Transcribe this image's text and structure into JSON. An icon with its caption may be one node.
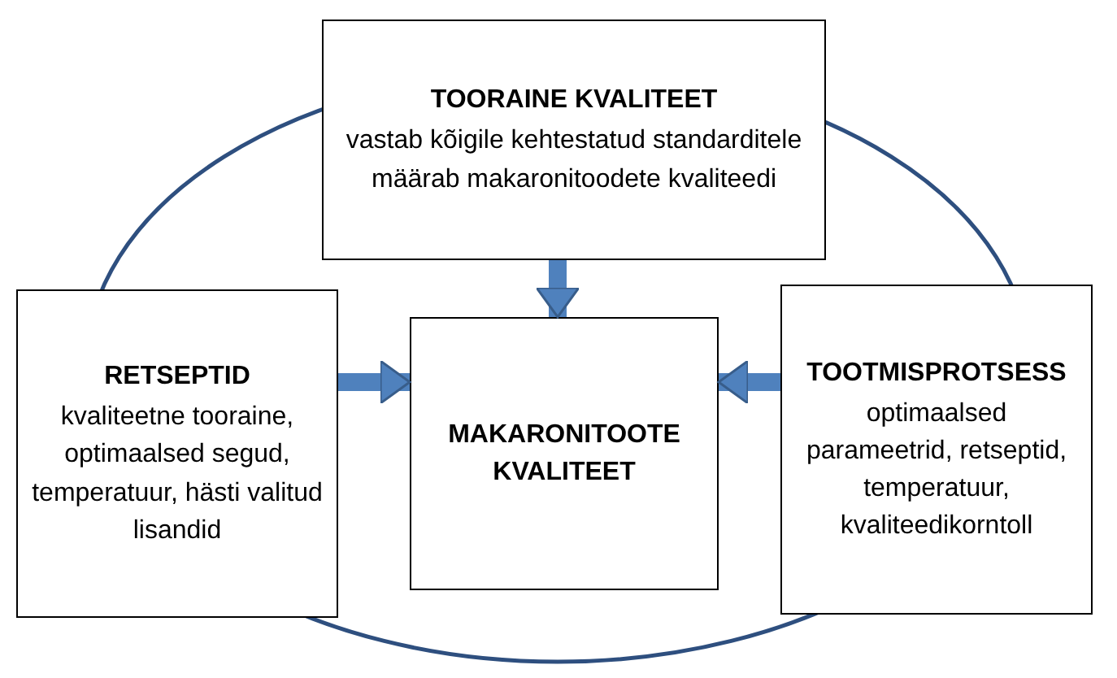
{
  "diagram": {
    "nodes": [
      {
        "text": [
          "TOORAINE KVALITEET",
          "vastab kõigile kehtestatud standarditele määrab makaronitoodete kvaliteedi"
        ]
      },
      {
        "text": [
          "RETSEPTID",
          "kvaliteetne tooraine, optimaalsed segud, temperatuur, hästi valitud lisandid"
        ]
      },
      {
        "text": [
          "MAKARONITOOTE KVALITEET"
        ]
      },
      {
        "text": [
          "TOOTMISPROTSESS",
          "optimaalsed parameetrid, retseptid, temperatuur, kvaliteedikorntoll"
        ]
      }
    ],
    "edges": [
      {
        "from": 0,
        "to": 2,
        "arrow": "to"
      },
      {
        "from": 1,
        "to": 2,
        "arrow": "to"
      },
      {
        "from": 3,
        "to": 2,
        "arrow": "to"
      }
    ]
  }
}
